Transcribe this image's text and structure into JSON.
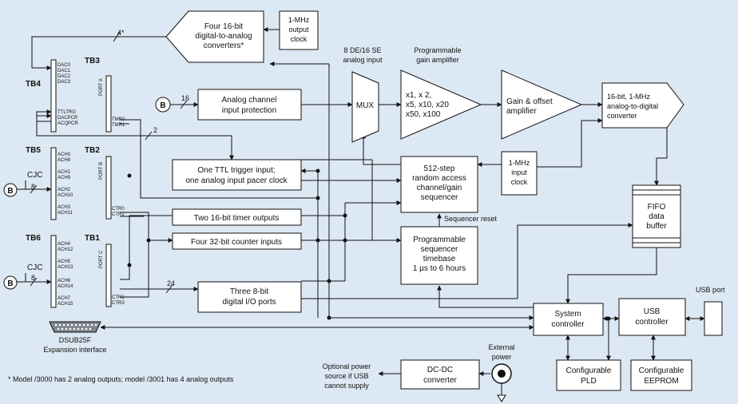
{
  "blocks": {
    "dac": [
      "Four 16-bit",
      "digital-to-analog",
      "converters*"
    ],
    "clk1": [
      "1-MHz",
      "output",
      "clock"
    ],
    "acp": [
      "Analog channel",
      "input protection"
    ],
    "mux": [
      "MUX"
    ],
    "pga": [
      "x1, x 2,",
      "x5, x10, x20",
      "x50, x100"
    ],
    "gain": [
      "Gain & offset",
      "amplifier"
    ],
    "adc": [
      "16-bit, 1-MHz",
      "analog-to-digital",
      "converter"
    ],
    "clk2": [
      "1-MHz",
      "input",
      "clock"
    ],
    "seq": [
      "512-step",
      "random access",
      "channel/gain",
      "sequencer"
    ],
    "ttl": [
      "One TTL trigger input;",
      "one analog input pacer clock"
    ],
    "tmr": [
      "Two 16-bit timer outputs"
    ],
    "cnt": [
      "Four 32-bit counter inputs"
    ],
    "prog": [
      "Programmable",
      "sequencer",
      "timebase",
      "1 µs to 6 hours"
    ],
    "dio": [
      "Three 8-bit",
      "digital I/O ports"
    ],
    "fifo": [
      "FIFO",
      "data",
      "buffer"
    ],
    "sys": [
      "System",
      "controller"
    ],
    "usbc": [
      "USB",
      "controller"
    ],
    "pld": [
      "Configurable",
      "PLD"
    ],
    "eeprom": [
      "Configurable",
      "EEPROM"
    ],
    "dcdc": [
      "DC-DC",
      "converter"
    ]
  },
  "labels": {
    "analog_input": [
      "8 DE/16 SE",
      "analog input"
    ],
    "pga_title": [
      "Programmable",
      "gain amplifier"
    ],
    "seq_reset": "Sequencer reset",
    "usb_port": "USB port",
    "ext_power": [
      "External",
      "power"
    ],
    "opt_power": [
      "Optional power",
      "source if USB",
      "cannot supply"
    ],
    "dsub": [
      "DSUB25F",
      "Expansion interface"
    ],
    "footnote": "* Model /3000 has 2 analog outputs; model /3001 has 4 analog outputs",
    "cjc1": "CJC",
    "cjc2": "CJC",
    "bus_4": "4*",
    "bus_16": "16",
    "bus_2": "2",
    "bus_8a": "8",
    "bus_8b": "8",
    "bus_24": "24"
  },
  "terminals": {
    "tb4": {
      "name": "TB4",
      "pins_top": [
        "DAC0",
        "DAC1",
        "DAC2",
        "DAC3"
      ],
      "pins_bottom": [
        "TTLTRG",
        "DACPCR",
        "ACQPCR"
      ]
    },
    "tb3": {
      "name": "TB3",
      "port": "PORT A",
      "pins": [
        "TMR0",
        "TMR1"
      ]
    },
    "tb5": {
      "name": "TB5",
      "pins": [
        "ACH0",
        "ACH8",
        "ACH1",
        "ACH9",
        "ACH2",
        "ACH10",
        "ACH3",
        "ACH11"
      ]
    },
    "tb2": {
      "name": "TB2",
      "port": "PORT B",
      "pins": [
        "CTR0",
        "CTR1"
      ]
    },
    "tb6": {
      "name": "TB6",
      "pins": [
        "ACH4",
        "ACH12",
        "ACH5",
        "ACH13",
        "ACH6",
        "ACH14",
        "ACH7",
        "ACH15"
      ]
    },
    "tb1": {
      "name": "TB1",
      "port": "PORT C",
      "pins": [
        "CTR2",
        "CTR3"
      ]
    }
  },
  "b_symbol": "B"
}
